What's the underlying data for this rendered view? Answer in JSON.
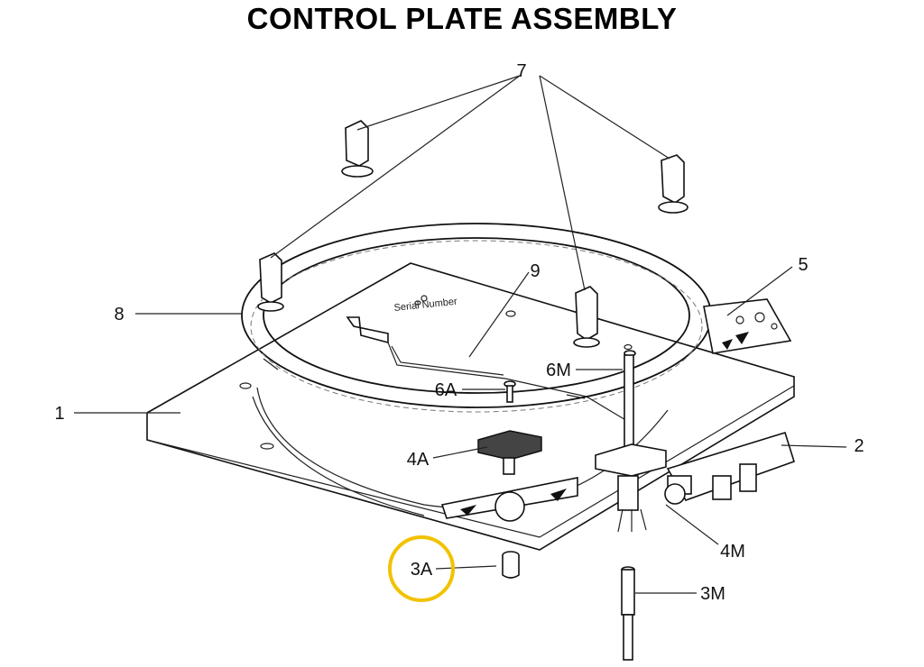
{
  "title": "CONTROL PLATE ASSEMBLY",
  "plate_text": "Serial Number",
  "highlight_color": "#f2c200",
  "callouts": {
    "c7": "7",
    "c9": "9",
    "c5": "5",
    "c8": "8",
    "c6M": "6M",
    "c6A": "6A",
    "c1": "1",
    "c2": "2",
    "c4A": "4A",
    "c4M": "4M",
    "c3A": "3A",
    "c3M": "3M"
  }
}
